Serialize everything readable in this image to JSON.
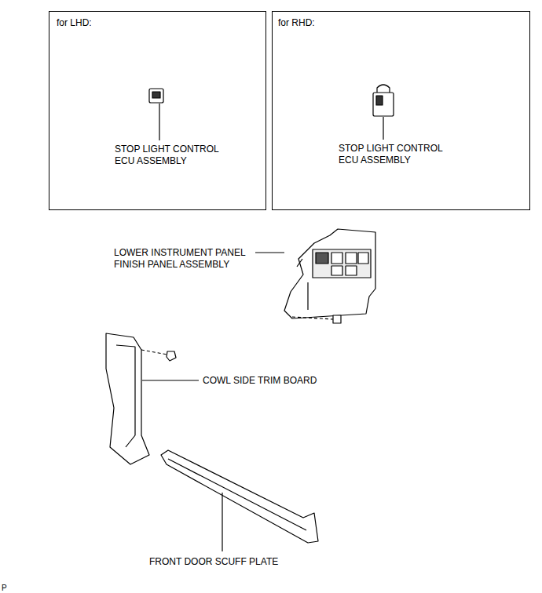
{
  "diagram": {
    "nodes": [
      {
        "text": [
          "for LHD:",
          "STOP LIGHT CONTROL ECU ASSEMBLY"
        ]
      },
      {
        "text": [
          "for RHD:",
          "STOP LIGHT CONTROL ECU ASSEMBLY"
        ]
      }
    ],
    "labels": [
      "LOWER INSTRUMENT PANEL FINISH PANEL ASSEMBLY",
      "COWL SIDE TRIM BOARD",
      "FRONT DOOR SCUFF PLATE",
      "P"
    ]
  }
}
